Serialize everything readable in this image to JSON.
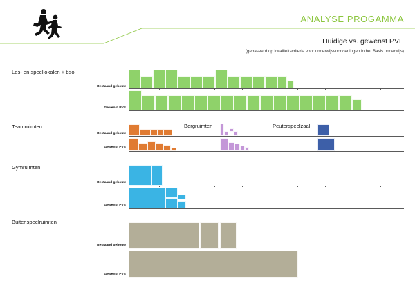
{
  "header": {
    "title": "ANALYSE PROGAMMA",
    "subtitle": "Huidige vs. gewenst PVE",
    "note": "(gebaseerd op kwaliteitscriteria voor onderwijsvoorzieningen in het Basis onderwijs)"
  },
  "row_labels": {
    "existing": "Bestaand gebouw",
    "desired": "Gewenst PVE"
  },
  "sections": {
    "lokalen": {
      "title": "Les- en speellokalen + bso"
    },
    "team": {
      "title": "Teamruimten",
      "storage_label": "Bergruimten",
      "playroom_label": "Peuterspeelzaal"
    },
    "gym": {
      "title": "Gymruimten"
    },
    "outdoor": {
      "title": "Buitenspeelruimten"
    }
  },
  "colors": {
    "headline": "#8cc63f",
    "lokalen": "#8fd26a",
    "team": "#e07b32",
    "storage": "#c497d8",
    "playroom": "#3d5fa8",
    "gym": "#3ab4e4",
    "outdoor": "#b3ae98"
  },
  "icons": {
    "logo": "running-children-icon"
  }
}
